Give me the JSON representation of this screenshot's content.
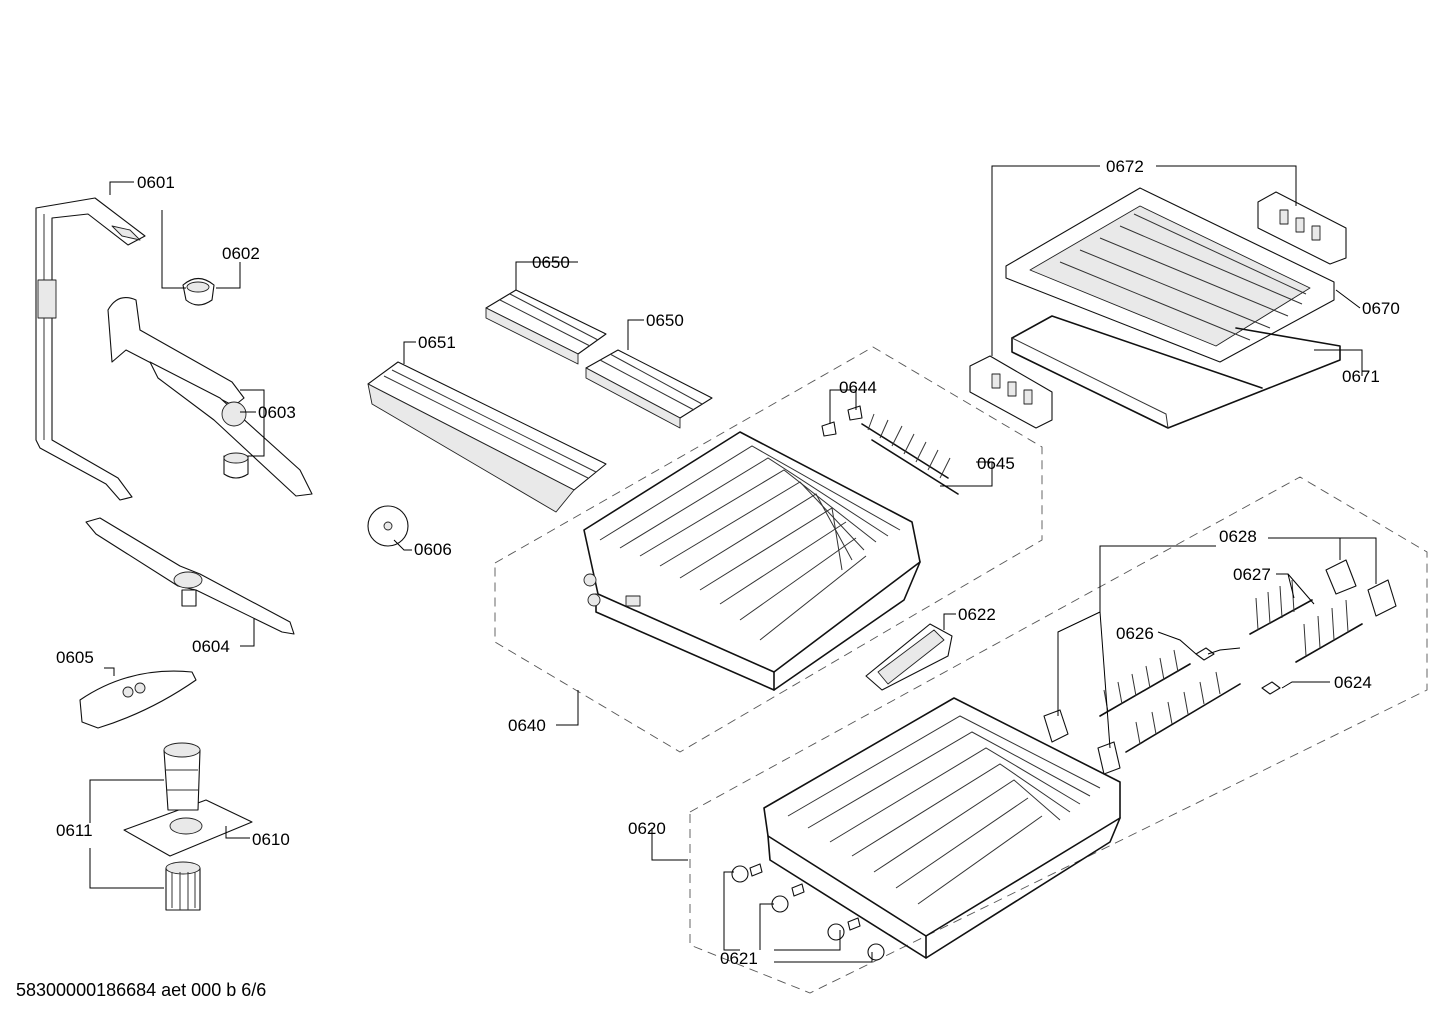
{
  "document_code": "58300000186684 aet 000 b 6/6",
  "part_labels": {
    "p0601": "0601",
    "p0602": "0602",
    "p0603": "0603",
    "p0604": "0604",
    "p0605": "0605",
    "p0606": "0606",
    "p0610": "0610",
    "p0611": "0611",
    "p0620": "0620",
    "p0621": "0621",
    "p0622": "0622",
    "p0624": "0624",
    "p0626": "0626",
    "p0627": "0627",
    "p0628": "0628",
    "p0640": "0640",
    "p0644": "0644",
    "p0645": "0645",
    "p0650a": "0650",
    "p0650b": "0650",
    "p0651": "0651",
    "p0670": "0670",
    "p0671": "0671",
    "p0672": "0672"
  }
}
